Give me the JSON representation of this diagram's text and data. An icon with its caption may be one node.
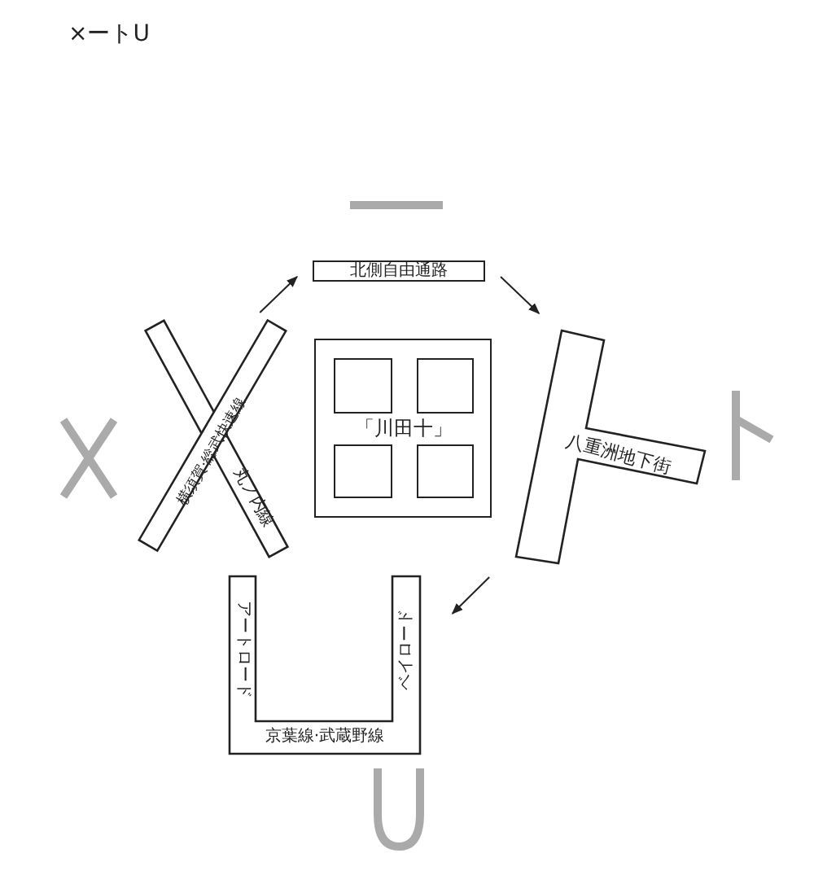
{
  "diagram": {
    "nodes": [
      {
        "text": [
          "北側自由通路"
        ]
      },
      {
        "text": [
          "横須賀·総武快速線",
          "丸ノ内線"
        ]
      },
      {
        "text": [
          "「川田十」"
        ]
      },
      {
        "text": [],
        "shape": "box",
        "in": 2
      },
      {
        "text": [],
        "shape": "box",
        "in": 2
      },
      {
        "text": [],
        "shape": "box",
        "in": 2
      },
      {
        "text": [],
        "shape": "box",
        "in": 2
      },
      {
        "text": [
          "八重洲地下街"
        ]
      },
      {
        "text": [
          "京葉線·武蔵野線",
          "アートロード",
          "ベイロード"
        ]
      }
    ],
    "edges": [
      {
        "from": 1,
        "to": 0,
        "arrow": "to"
      },
      {
        "from": 0,
        "to": 7,
        "arrow": "to"
      },
      {
        "from": 7,
        "to": 8,
        "arrow": "to"
      }
    ],
    "labels": [
      "×ートU"
    ]
  }
}
